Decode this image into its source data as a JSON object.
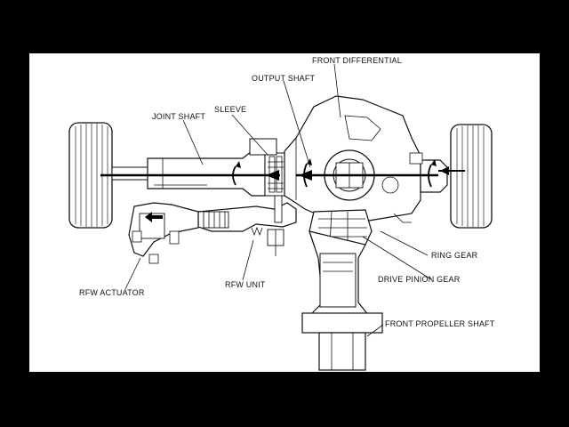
{
  "labels": {
    "front_differential": "FRONT DIFFERENTIAL",
    "output_shaft": "OUTPUT SHAFT",
    "sleeve": "SLEEVE",
    "joint_shaft": "JOINT SHAFT",
    "ring_gear": "RING GEAR",
    "drive_pinion_gear": "DRIVE PINION GEAR",
    "rfw_unit": "RFW UNIT",
    "rfw_actuator": "RFW ACTUATOR",
    "front_propeller_shaft": "FRONT PROPELLER SHAFT"
  }
}
